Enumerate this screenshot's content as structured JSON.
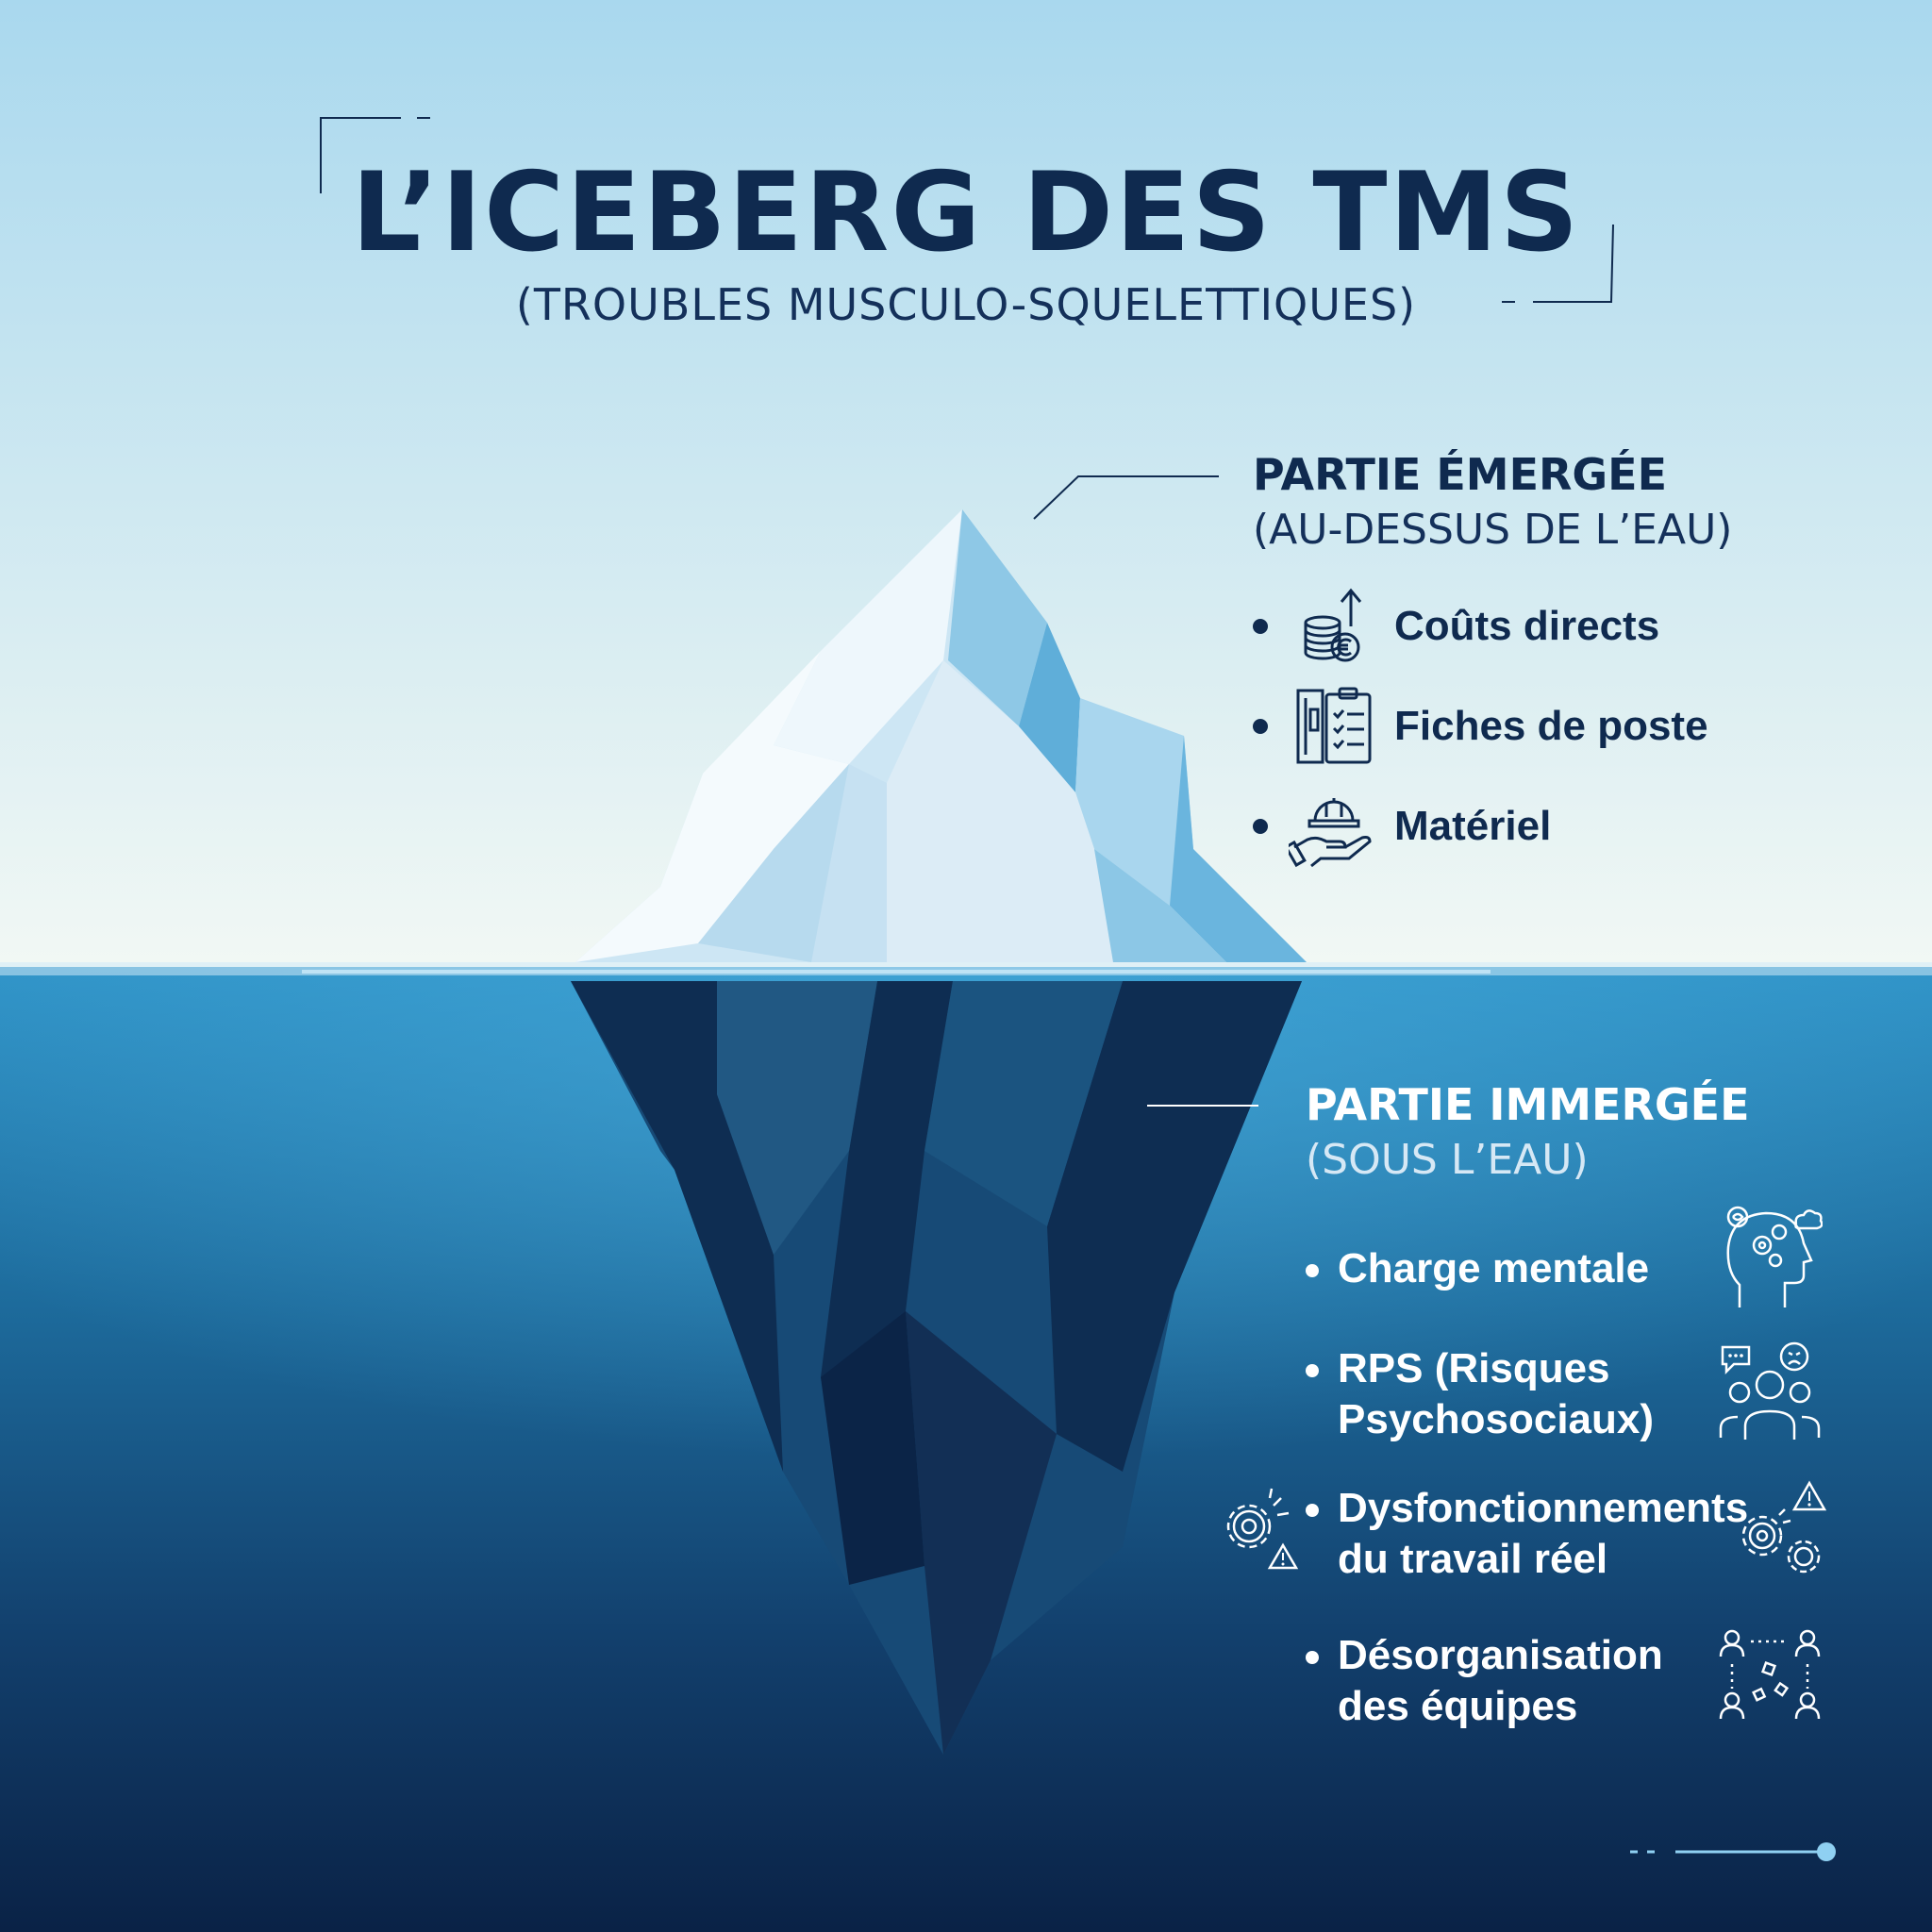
{
  "title": "L’ICEBERG DES TMS",
  "subtitle": "(TROUBLES MUSCULO-SQUELETTIQUES)",
  "above": {
    "title": "PARTIE ÉMERGÉE",
    "subtitle": "(AU-DESSUS DE L’EAU)",
    "items": [
      {
        "label": "Coûts directs",
        "icon": "coins-euro-arrow-icon"
      },
      {
        "label": "Fiches de poste",
        "icon": "binder-checklist-icon"
      },
      {
        "label": "Matériel",
        "icon": "hand-helmet-icon"
      }
    ]
  },
  "below": {
    "title": "PARTIE IMMERGÉE",
    "subtitle": "(SOUS L’EAU)",
    "items": [
      {
        "label": "Charge mentale",
        "icon": "head-gears-icon"
      },
      {
        "label": "RPS (Risques\nPsychosociaux)",
        "icon": "group-people-icon"
      },
      {
        "label": "Dysfonctionnements\ndu travail réel",
        "icon": "gears-warning-icon"
      },
      {
        "label": "Désorganisation\ndes équipes",
        "icon": "scattered-team-icon"
      }
    ]
  },
  "colors": {
    "title": "#0f2a4f",
    "sky_top": "#a9d8ee",
    "sky_bottom": "#f2f8f4",
    "water_top": "#2f93c7",
    "water_deep": "#0a2246",
    "accent": "#7fc7ee"
  }
}
